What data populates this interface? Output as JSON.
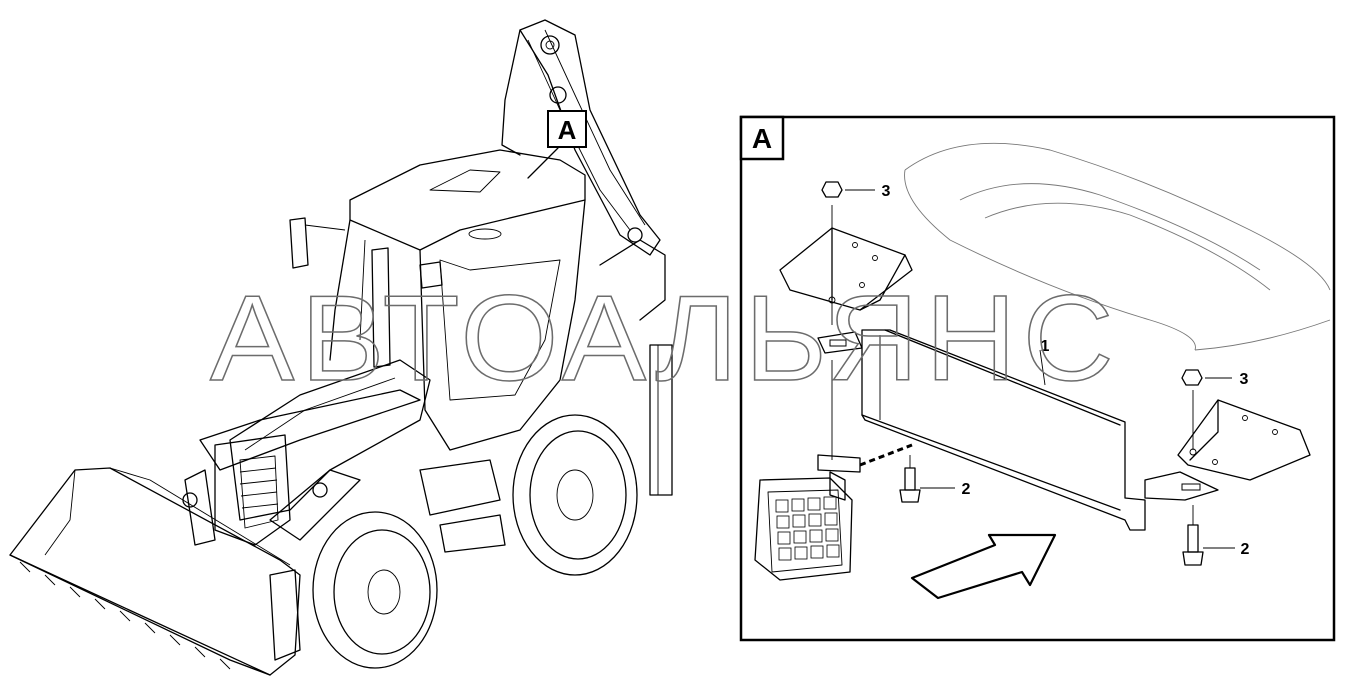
{
  "watermark": "АВТОАЛЬЯНС",
  "callouts": {
    "overview_view_label": "A",
    "detail_view_label": "A"
  },
  "parts": [
    {
      "number": "1",
      "part": "bracket"
    },
    {
      "number": "2",
      "part": "bolt"
    },
    {
      "number": "3",
      "part": "nut"
    }
  ],
  "detail_labels": {
    "item_1": "1",
    "item_2_left": "2",
    "item_2_right": "2",
    "item_3_top": "3",
    "item_3_right": "3"
  }
}
